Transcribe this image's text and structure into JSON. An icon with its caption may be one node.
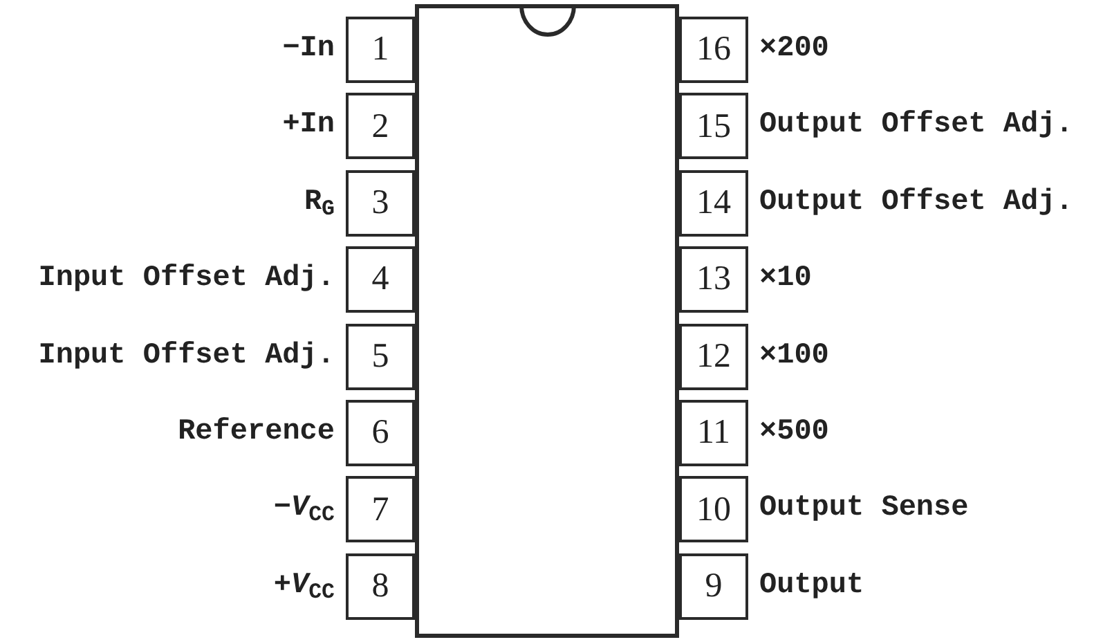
{
  "diagram": {
    "nodes": [
      {
        "text": [],
        "shape": "box"
      },
      {
        "text": [
          "1"
        ],
        "beside": [
          "−In"
        ]
      },
      {
        "text": [
          "2"
        ],
        "beside": [
          "+In"
        ]
      },
      {
        "text": [
          "3"
        ],
        "beside": [
          "R$_{G}$"
        ]
      },
      {
        "text": [
          "4"
        ],
        "beside": [
          "Input Offset Adj."
        ]
      },
      {
        "text": [
          "5"
        ],
        "beside": [
          "Input Offset Adj."
        ]
      },
      {
        "text": [
          "6"
        ],
        "beside": [
          "Reference"
        ]
      },
      {
        "text": [
          "7"
        ],
        "beside": [
          "−*V*$_{CC}$"
        ]
      },
      {
        "text": [
          "8"
        ],
        "beside": [
          "+*V*$_{CC}$"
        ]
      },
      {
        "text": [
          "9"
        ],
        "beside": [
          "Output"
        ]
      },
      {
        "text": [
          "10"
        ],
        "beside": [
          "Output Sense"
        ]
      },
      {
        "text": [
          "11"
        ],
        "beside": [
          "×500"
        ]
      },
      {
        "text": [
          "12"
        ],
        "beside": [
          "×100"
        ]
      },
      {
        "text": [
          "13"
        ],
        "beside": [
          "×10"
        ]
      },
      {
        "text": [
          "14"
        ],
        "beside": [
          "Output Offset Adj."
        ]
      },
      {
        "text": [
          "15"
        ],
        "beside": [
          "Output Offset Adj."
        ]
      },
      {
        "text": [
          "16"
        ],
        "beside": [
          "×200"
        ]
      }
    ]
  }
}
